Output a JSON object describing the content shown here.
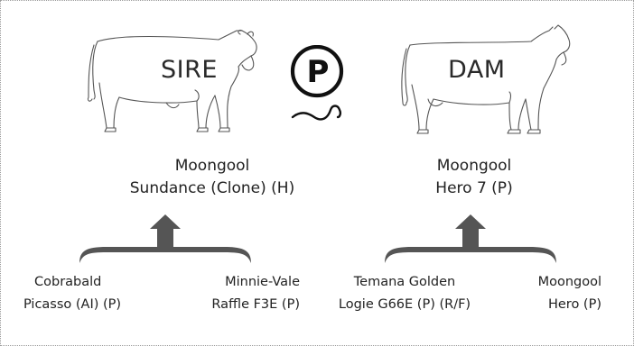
{
  "sire": {
    "label": "SIRE",
    "name_line1": "Moongool",
    "name_line2": "Sundance (Clone) (H)",
    "ancestors": [
      {
        "line1": "Cobrabald",
        "line2": "Picasso (AI) (P)"
      },
      {
        "line1": "Minnie-Vale",
        "line2": "Raffle F3E (P)"
      }
    ]
  },
  "dam": {
    "label": "DAM",
    "name_line1": "Moongool",
    "name_line2": "Hero 7 (P)",
    "ancestors": [
      {
        "line1": "Temana Golden",
        "line2": "Logie G66E (P) (R/F)"
      },
      {
        "line1": "Moongool",
        "line2": "Hero (P)"
      }
    ]
  },
  "badge": {
    "letter": "P"
  },
  "colors": {
    "line": "#444444",
    "arrow": "#555555",
    "badge": "#111111"
  }
}
